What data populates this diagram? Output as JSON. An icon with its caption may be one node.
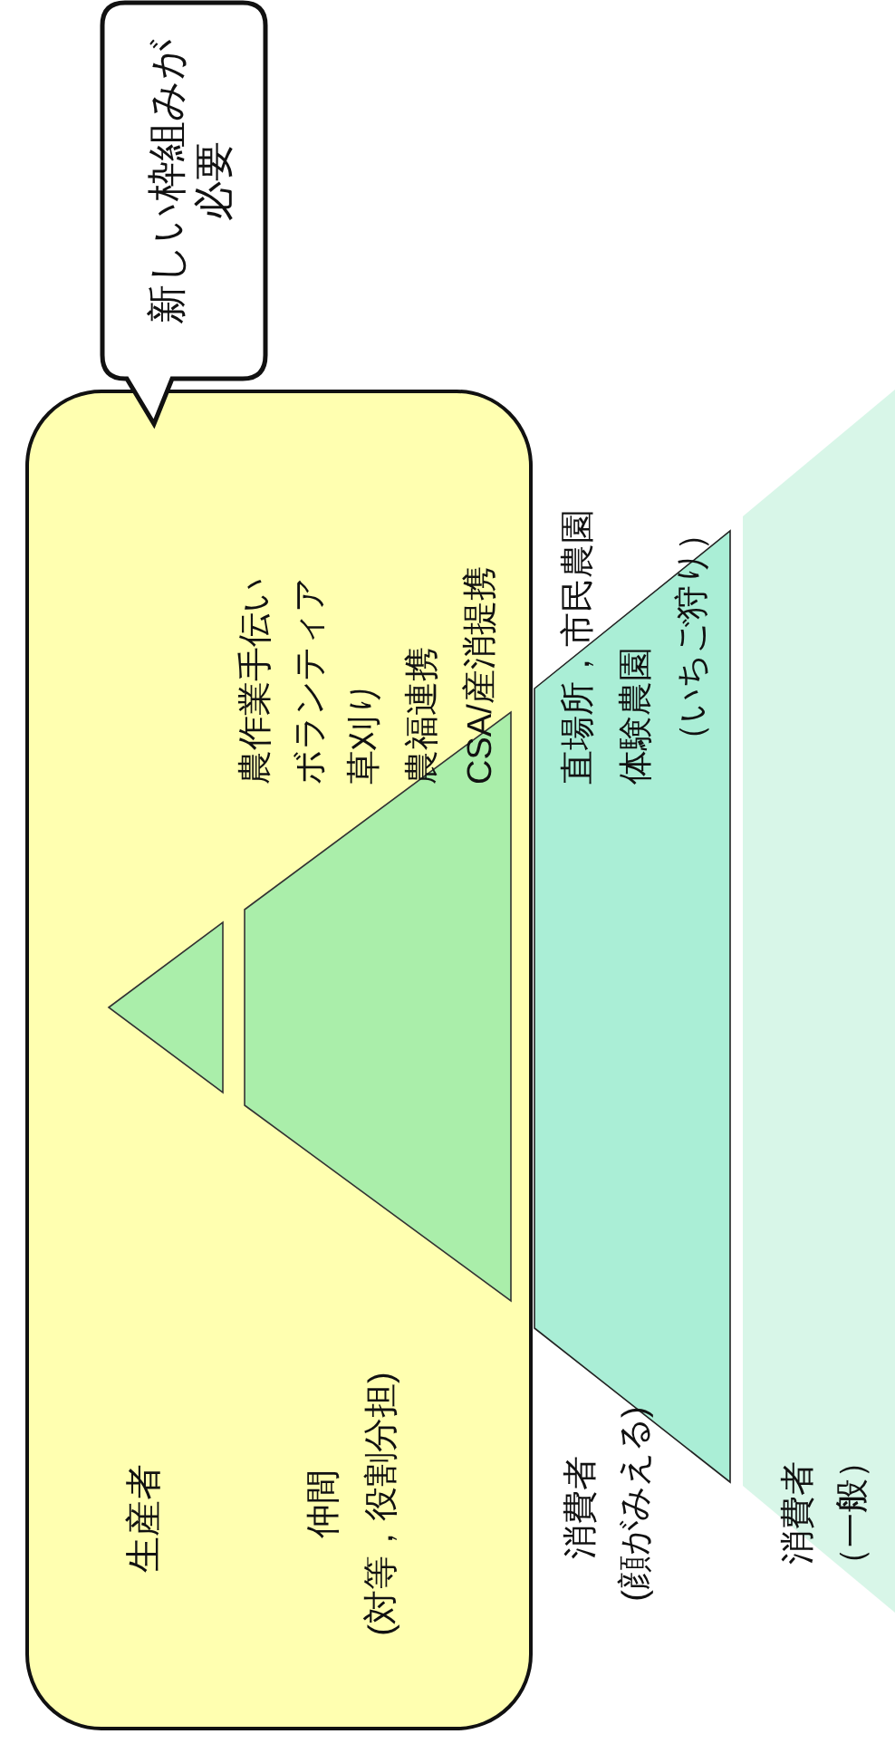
{
  "diagram": {
    "nodes": [
      {
        "text": [
          "新しい枠組みが必要"
        ]
      },
      {
        "text": [
          "生産者"
        ]
      },
      {
        "text": [],
        "shape": "triangle",
        "in": 1
      },
      {
        "text": [],
        "shape": "trapezoid",
        "in": 1,
        "beside": [
          "仲間",
          "(対等，役割分担)",
          "農作業手伝い",
          "ボランティア",
          "草刈り",
          "農福連携",
          "CSA/産消提携"
        ]
      },
      {
        "text": [
          "体験農園",
          "（いちご狩り）"
        ],
        "beside": [
          "直場所，市民農園",
          "消費者",
          "(顔がみえる)"
        ]
      },
      {
        "text": [
          "消費者",
          "（一般）"
        ]
      }
    ]
  }
}
